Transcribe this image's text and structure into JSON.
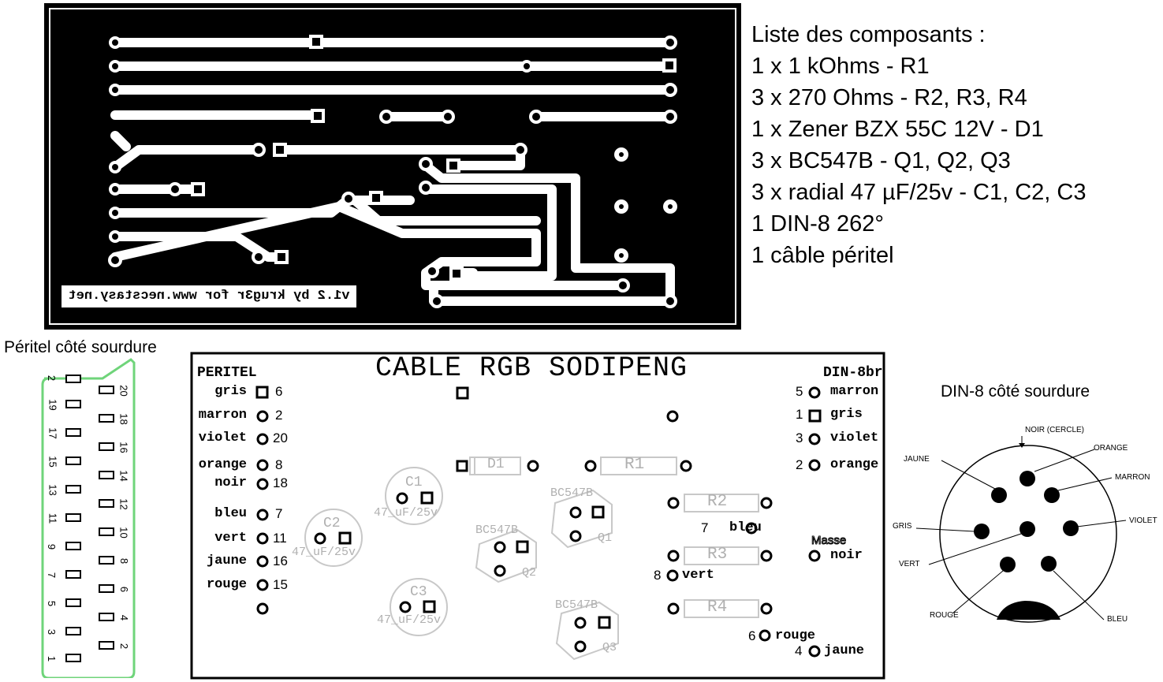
{
  "pcb": {
    "credit": "v1.2 by krug3r for www.necstasy.net"
  },
  "components": {
    "title": "Liste des composants :",
    "items": [
      "1 x 1 kOhms - R1",
      "3 x 270 Ohms - R2, R3, R4",
      "1 x Zener BZX 55C 12V - D1",
      "3 x BC547B - Q1, Q2, Q3",
      "3 x radial 47 µF/25v - C1, C2, C3",
      "1 DIN-8 262°",
      "1 câble péritel"
    ]
  },
  "peritel_side": {
    "caption": "Péritel côté sourdure",
    "left_pins": [
      "2",
      "19",
      "17",
      "15",
      "13",
      "11",
      "9",
      "7",
      "5",
      "3",
      "1"
    ],
    "right_pins": [
      "20",
      "18",
      "16",
      "14",
      "12",
      "10",
      "8",
      "6",
      "4",
      "2"
    ]
  },
  "layout": {
    "title": "CABLE RGB SODIPENG",
    "left_header": "PERITEL",
    "right_header": "DIN-8br",
    "peritel_pins": [
      {
        "color": "gris",
        "num": "6"
      },
      {
        "color": "marron",
        "num": "2"
      },
      {
        "color": "violet",
        "num": "20"
      },
      {
        "color": "orange",
        "num": "8"
      },
      {
        "color": "noir",
        "num": "18"
      },
      {
        "color": "bleu",
        "num": "7"
      },
      {
        "color": "vert",
        "num": "11"
      },
      {
        "color": "jaune",
        "num": "16"
      },
      {
        "color": "rouge",
        "num": "15"
      }
    ],
    "din_pins": [
      {
        "num": "5",
        "color": "marron"
      },
      {
        "num": "1",
        "color": "gris"
      },
      {
        "num": "3",
        "color": "violet"
      },
      {
        "num": "2",
        "color": "orange"
      }
    ],
    "masse_label": "Masse",
    "masse_color": "noir",
    "out_pins": [
      {
        "num": "7",
        "color": "bleu"
      },
      {
        "num": "8",
        "color": "vert"
      },
      {
        "num": "6",
        "color": "rouge"
      },
      {
        "num": "4",
        "color": "jaune"
      }
    ],
    "parts": {
      "d1": "D1",
      "r1": "R1",
      "r2": "R2",
      "r3": "R3",
      "r4": "R4",
      "c1": "C1",
      "c2": "C2",
      "c3": "C3",
      "cap_value": "47_uF/25v",
      "transistor": "BC547B",
      "q1": "Q1",
      "q2": "Q2",
      "q3": "Q3"
    }
  },
  "din_side": {
    "caption": "DIN-8 côté sourdure",
    "labels": {
      "noir": "NOIR (CERCLE)",
      "orange": "ORANGE",
      "jaune": "JAUNE",
      "marron": "MARRON",
      "gris": "GRIS",
      "violet": "VIOLET",
      "vert": "VERT",
      "rouge": "ROUGE",
      "bleu": "BLEU"
    }
  },
  "colors": {
    "pcb": "#000000",
    "copper": "#ffffff",
    "silk": "#c8c8c8",
    "peritel_outline": "#6fd47a"
  }
}
